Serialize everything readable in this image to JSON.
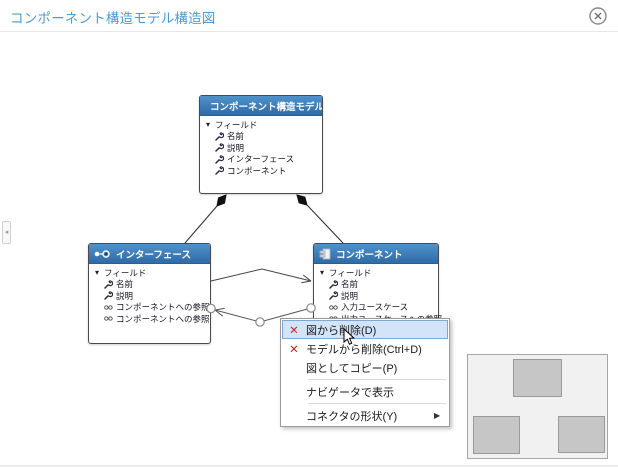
{
  "window": {
    "title": "コンポーネント構造モデル構造図"
  },
  "icons": {
    "close": "✕",
    "collapse_left": "◂",
    "expander": "▾",
    "delete_x": "✕",
    "submenu_arrow": "▶"
  },
  "nodes": [
    {
      "id": "model",
      "title": "コンポーネント構造モデル",
      "icon": "model",
      "rows": [
        {
          "icon": "expander",
          "label": "フィールド",
          "indent": 0
        },
        {
          "icon": "wrench",
          "label": "名前",
          "indent": 1
        },
        {
          "icon": "wrench",
          "label": "説明",
          "indent": 1
        },
        {
          "icon": "wrench",
          "label": "インターフェース",
          "indent": 1
        },
        {
          "icon": "wrench",
          "label": "コンポーネント",
          "indent": 1
        }
      ]
    },
    {
      "id": "interface",
      "title": "インターフェース",
      "icon": "interface",
      "rows": [
        {
          "icon": "expander",
          "label": "フィールド",
          "indent": 0
        },
        {
          "icon": "wrench",
          "label": "名前",
          "indent": 1
        },
        {
          "icon": "wrench",
          "label": "説明",
          "indent": 1
        },
        {
          "icon": "ref",
          "label": "コンポーネントへの参照",
          "indent": 1
        },
        {
          "icon": "ref",
          "label": "コンポーネントへの参照",
          "indent": 1
        }
      ]
    },
    {
      "id": "component",
      "title": "コンポーネント",
      "icon": "component",
      "rows": [
        {
          "icon": "expander",
          "label": "フィールド",
          "indent": 0
        },
        {
          "icon": "wrench",
          "label": "名前",
          "indent": 1
        },
        {
          "icon": "wrench",
          "label": "説明",
          "indent": 1
        },
        {
          "icon": "ref",
          "label": "入力ユースケース",
          "indent": 1
        },
        {
          "icon": "ref",
          "label": "出力ユースケースへの参照",
          "indent": 1
        }
      ]
    }
  ],
  "connectors": [
    {
      "type": "composition",
      "from": "コンポーネント構造モデル",
      "to": "インターフェース"
    },
    {
      "type": "composition",
      "from": "コンポーネント構造モデル",
      "to": "コンポーネント"
    },
    {
      "type": "reference-arrow",
      "from": "インターフェース",
      "to": "コンポーネント"
    },
    {
      "type": "reference-arrow",
      "from": "コンポーネント",
      "to": "インターフェース",
      "selected": true
    }
  ],
  "context_menu": {
    "items": [
      {
        "label": "図から削除(D)",
        "icon": "delete-x",
        "highlighted": true
      },
      {
        "label": "モデルから削除(Ctrl+D)",
        "icon": "delete-x"
      },
      {
        "label": "図としてコピー(P)"
      },
      {
        "label": "ナビゲータで表示"
      },
      {
        "label": "コネクタの形状(Y)",
        "submenu": true
      }
    ]
  }
}
